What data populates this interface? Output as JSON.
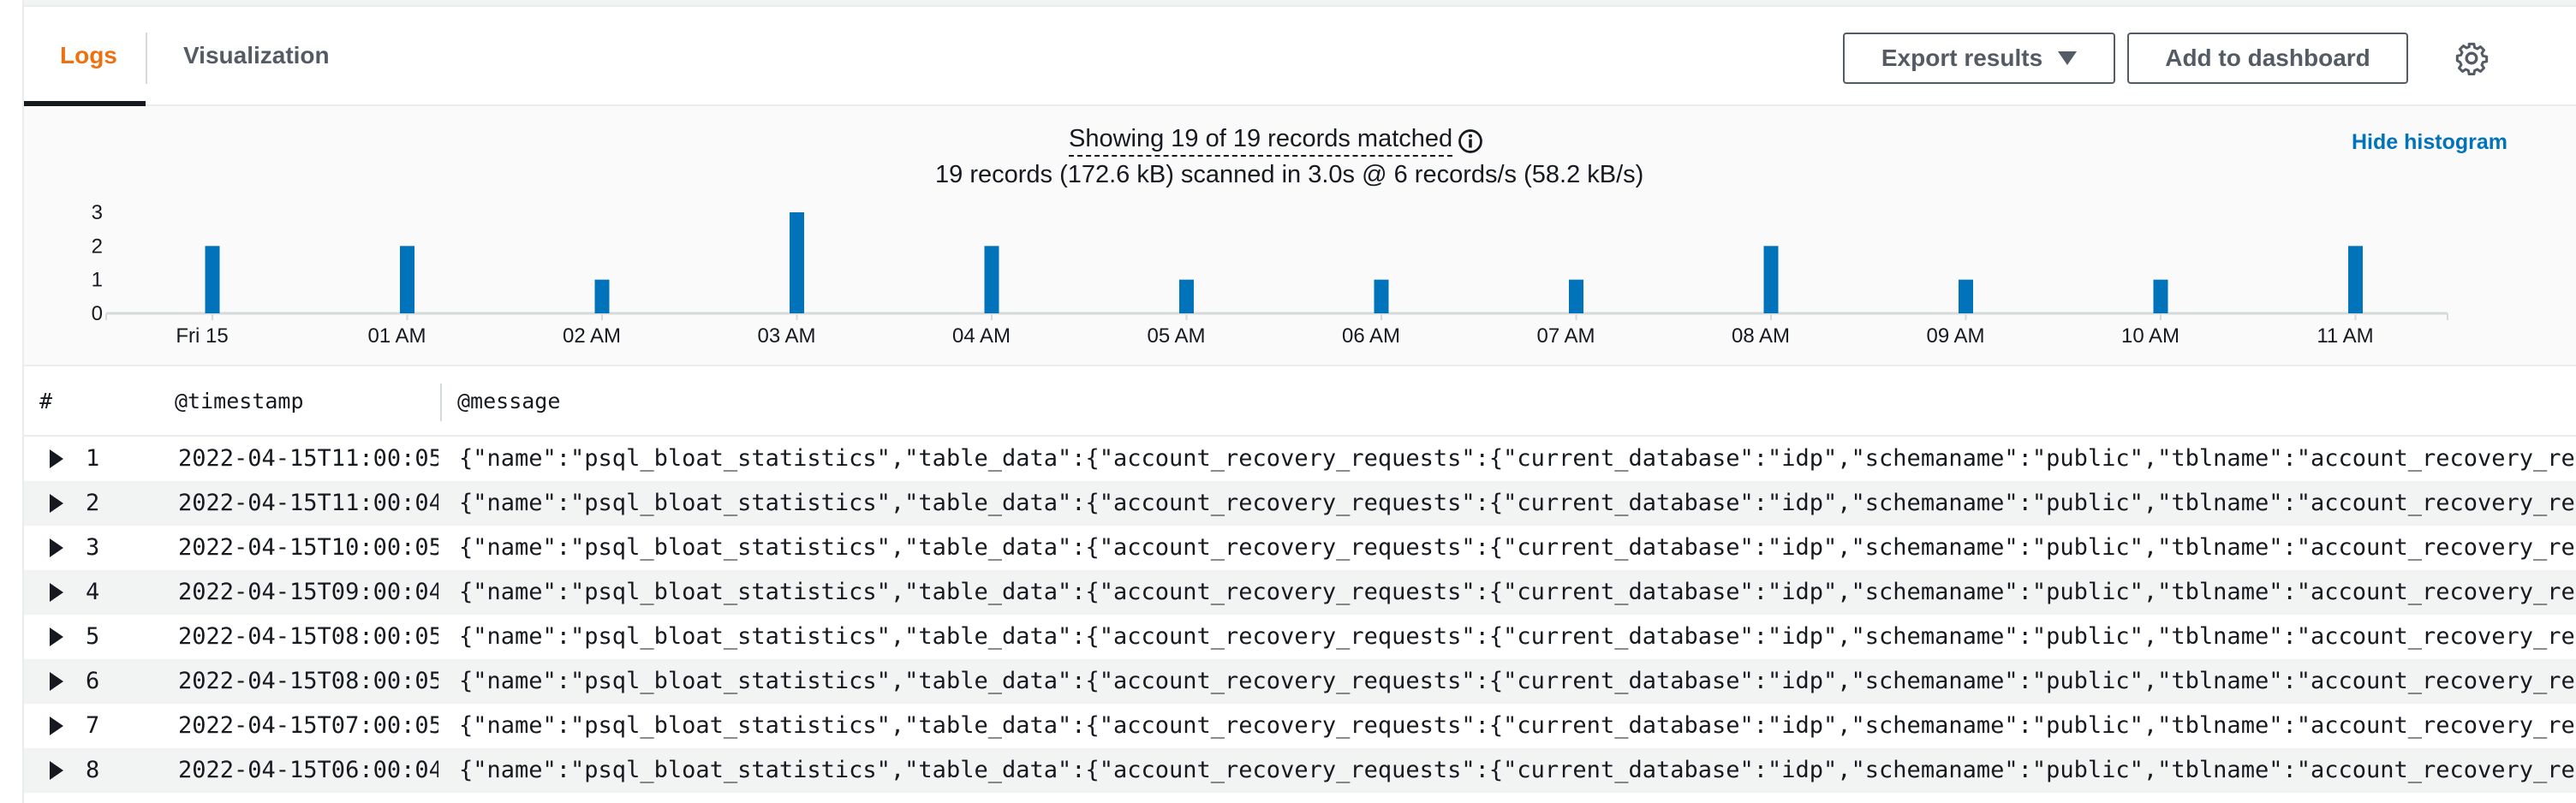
{
  "tabs": [
    {
      "label": "Logs",
      "active": true
    },
    {
      "label": "Visualization",
      "active": false
    }
  ],
  "toolbar": {
    "export_label": "Export results",
    "add_dashboard_label": "Add to dashboard",
    "settings_icon": "gear-icon"
  },
  "summary": {
    "showing": "Showing 19 of 19 records matched",
    "scanned": "19 records (172.6 kB) scanned in 3.0s @ 6 records/s (58.2 kB/s)",
    "hide_histogram": "Hide histogram"
  },
  "colors": {
    "accent": "#ec7211",
    "bar": "#0073bb",
    "link": "#0073bb"
  },
  "chart_data": {
    "type": "bar",
    "categories": [
      "Fri 15",
      "01 AM",
      "02 AM",
      "03 AM",
      "04 AM",
      "05 AM",
      "06 AM",
      "07 AM",
      "08 AM",
      "09 AM",
      "10 AM",
      "11 AM"
    ],
    "values": [
      2,
      2,
      1,
      3,
      2,
      1,
      1,
      1,
      2,
      1,
      1,
      2
    ],
    "y_ticks": [
      "0",
      "1",
      "2",
      "3"
    ],
    "ylim": [
      0,
      3
    ]
  },
  "table": {
    "columns": [
      "#",
      "@timestamp",
      "@message"
    ],
    "rows": [
      {
        "num": "1",
        "timestamp": "2022-04-15T11:00:05...",
        "message": "{\"name\":\"psql_bloat_statistics\",\"table_data\":{\"account_recovery_requests\":{\"current_database\":\"idp\",\"schemaname\":\"public\",\"tblname\":\"account_recovery_requests\",\"real_si"
      },
      {
        "num": "2",
        "timestamp": "2022-04-15T11:00:04...",
        "message": "{\"name\":\"psql_bloat_statistics\",\"table_data\":{\"account_recovery_requests\":{\"current_database\":\"idp\",\"schemaname\":\"public\",\"tblname\":\"account_recovery_requests\",\"real_si"
      },
      {
        "num": "3",
        "timestamp": "2022-04-15T10:00:05...",
        "message": "{\"name\":\"psql_bloat_statistics\",\"table_data\":{\"account_recovery_requests\":{\"current_database\":\"idp\",\"schemaname\":\"public\",\"tblname\":\"account_recovery_requests\",\"real_si"
      },
      {
        "num": "4",
        "timestamp": "2022-04-15T09:00:04...",
        "message": "{\"name\":\"psql_bloat_statistics\",\"table_data\":{\"account_recovery_requests\":{\"current_database\":\"idp\",\"schemaname\":\"public\",\"tblname\":\"account_recovery_requests\",\"real_si"
      },
      {
        "num": "5",
        "timestamp": "2022-04-15T08:00:05...",
        "message": "{\"name\":\"psql_bloat_statistics\",\"table_data\":{\"account_recovery_requests\":{\"current_database\":\"idp\",\"schemaname\":\"public\",\"tblname\":\"account_recovery_requests\",\"real_si"
      },
      {
        "num": "6",
        "timestamp": "2022-04-15T08:00:05...",
        "message": "{\"name\":\"psql_bloat_statistics\",\"table_data\":{\"account_recovery_requests\":{\"current_database\":\"idp\",\"schemaname\":\"public\",\"tblname\":\"account_recovery_requests\",\"real_si"
      },
      {
        "num": "7",
        "timestamp": "2022-04-15T07:00:05...",
        "message": "{\"name\":\"psql_bloat_statistics\",\"table_data\":{\"account_recovery_requests\":{\"current_database\":\"idp\",\"schemaname\":\"public\",\"tblname\":\"account_recovery_requests\",\"real_si"
      },
      {
        "num": "8",
        "timestamp": "2022-04-15T06:00:04...",
        "message": "{\"name\":\"psql_bloat_statistics\",\"table_data\":{\"account_recovery_requests\":{\"current_database\":\"idp\",\"schemaname\":\"public\",\"tblname\":\"account_recovery_requests\",\"real_si"
      }
    ]
  }
}
